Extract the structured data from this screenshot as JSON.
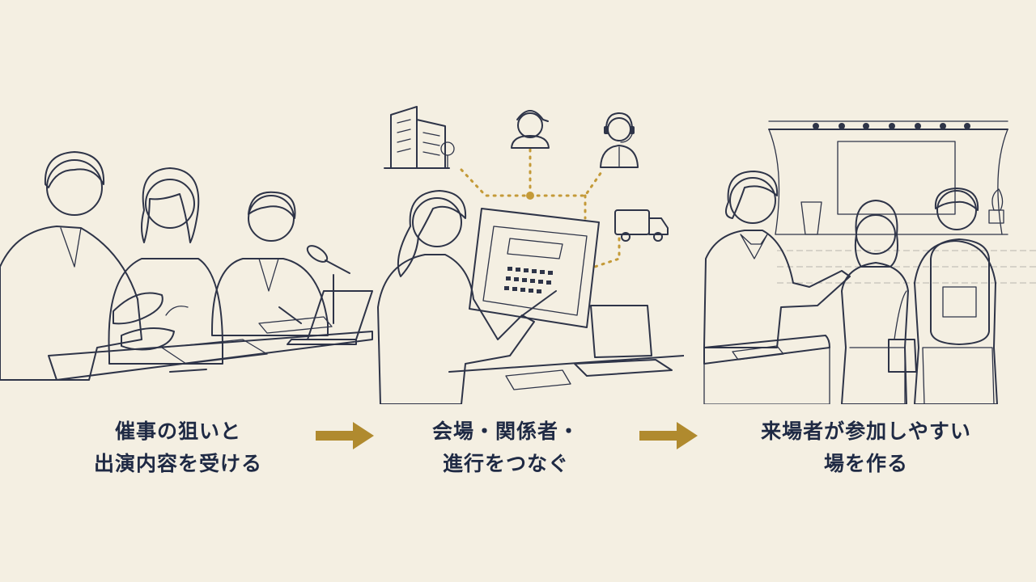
{
  "steps": [
    {
      "line1": "催事の狙いと",
      "line2": "出演内容を受ける"
    },
    {
      "line1": "会場・関係者・",
      "line2": "進行をつなぐ"
    },
    {
      "line1": "来場者が参加しやすい",
      "line2": "場を作る"
    }
  ],
  "icons": {
    "building": "building-icon",
    "worker": "worker-cap-icon",
    "operator": "headset-operator-icon",
    "truck": "delivery-truck-icon"
  },
  "colors": {
    "background": "#f4efe2",
    "ink": "#2e3448",
    "caption_text": "#1f2a44",
    "arrow_gold": "#b08a2e",
    "connector_gold": "#c49a38",
    "accent_red": "#c9322b",
    "suit_gray": "#8a8fa3"
  }
}
